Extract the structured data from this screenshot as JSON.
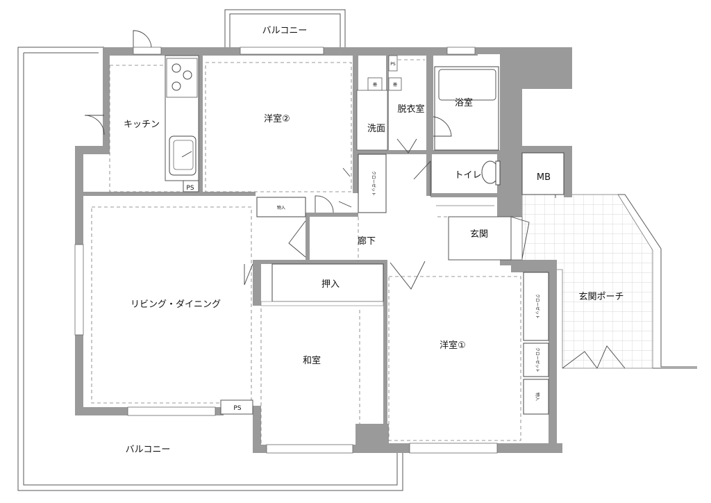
{
  "rooms": {
    "balcony_top": "バルコニー",
    "balcony_bottom": "バルコニー",
    "kitchen": "キッチン",
    "western_room_2": "洋室②",
    "western_room_1": "洋室①",
    "dressing_room": "脱衣室",
    "washroom": "洗面",
    "bathroom": "浴室",
    "toilet": "トイレ",
    "mb": "MB",
    "hallway": "廊下",
    "entrance": "玄関",
    "entrance_porch": "玄関ポーチ",
    "living_dining": "リビング・ダイニング",
    "oshiire": "押入",
    "japanese_room": "和室"
  },
  "storage": {
    "monoire_hall": "物入",
    "monoire_right": "物入",
    "closet_top": "クローゼット",
    "closet_right_upper": "クローゼット",
    "closet_right_lower": "クローゼット"
  },
  "pipe_spaces": {
    "ps_kitchen": "PS",
    "ps_living": "PS",
    "ps_dressing": "PS"
  },
  "appliances": {
    "washer_a": "冊",
    "washer_b": "冊"
  }
}
